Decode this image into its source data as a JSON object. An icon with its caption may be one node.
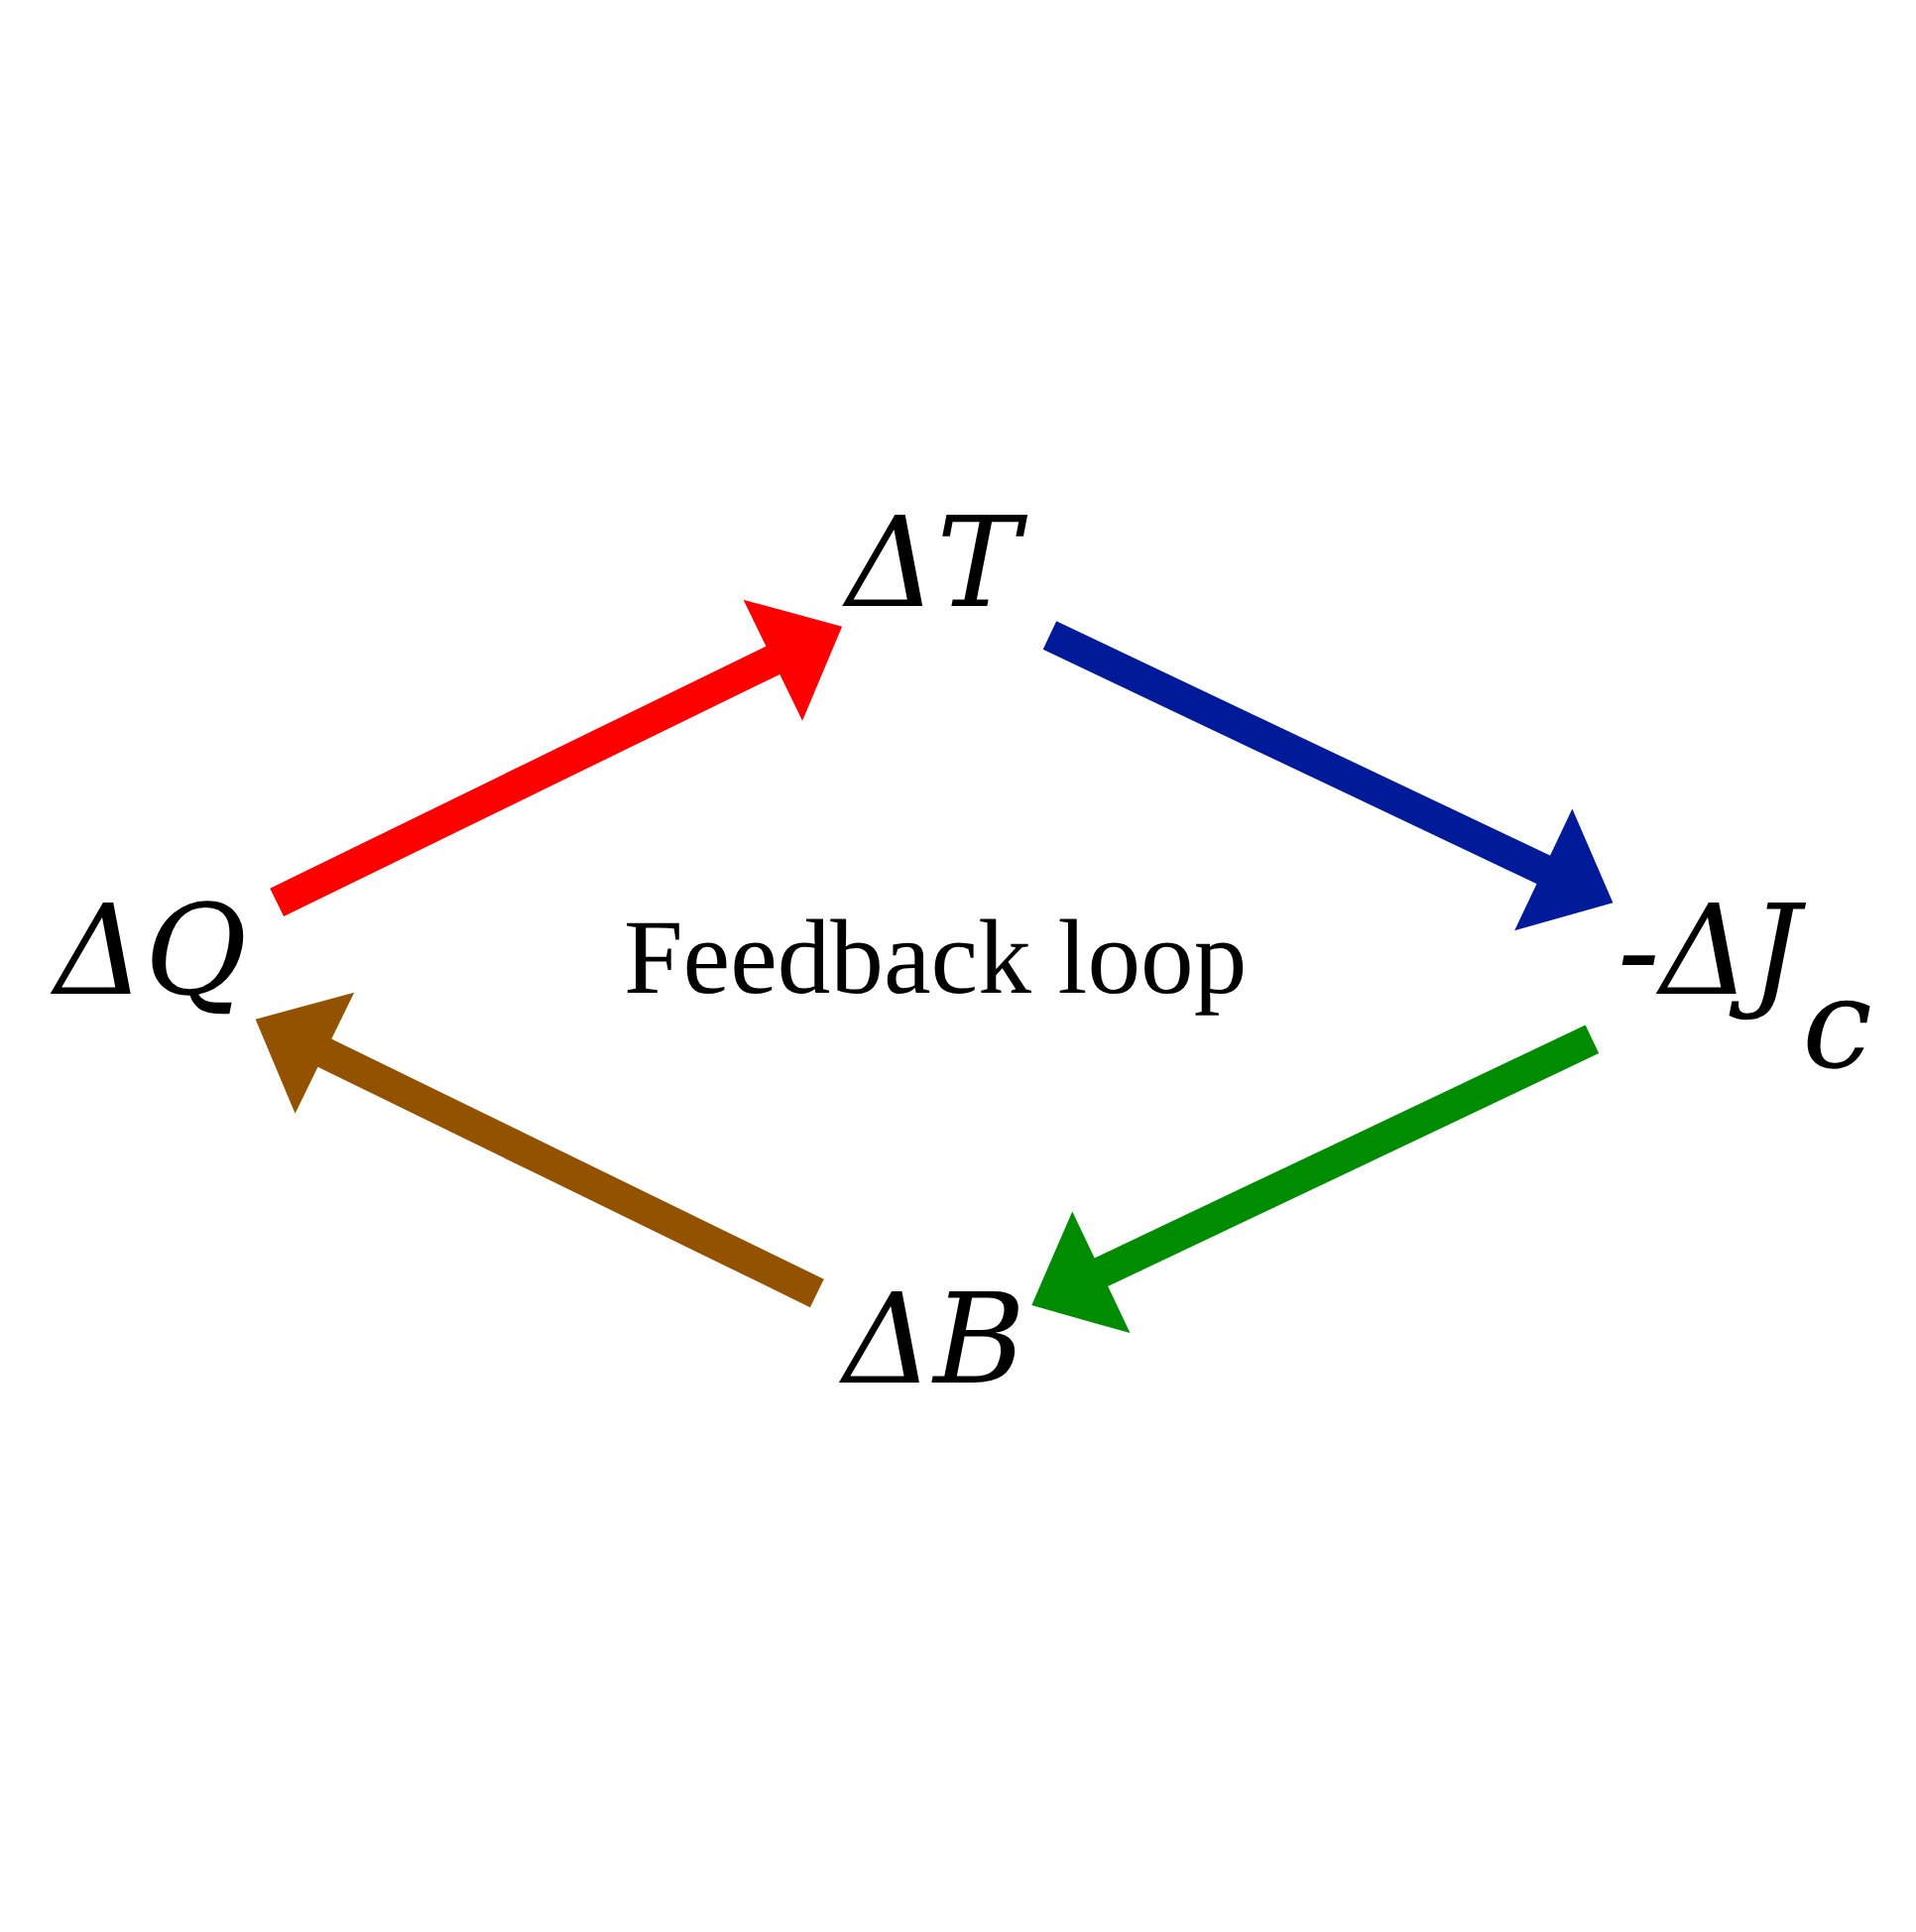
{
  "diagram": {
    "nodes": [
      {
        "text": [
          "ΔT"
        ]
      },
      {
        "text": [
          "ΔQ"
        ]
      },
      {
        "text": [
          "-ΔJ$_{c}$"
        ]
      },
      {
        "text": [
          "ΔB"
        ]
      }
    ],
    "edges": [
      {
        "from": 1,
        "to": 0,
        "arrow": "to",
        "color": "#ff0000"
      },
      {
        "from": 0,
        "to": 2,
        "arrow": "to",
        "color": "#001a99"
      },
      {
        "from": 2,
        "to": 3,
        "arrow": "to",
        "color": "#008c00"
      },
      {
        "from": 3,
        "to": 1,
        "arrow": "to",
        "color": "#935200"
      }
    ],
    "labels": [
      "Feedback loop"
    ]
  }
}
